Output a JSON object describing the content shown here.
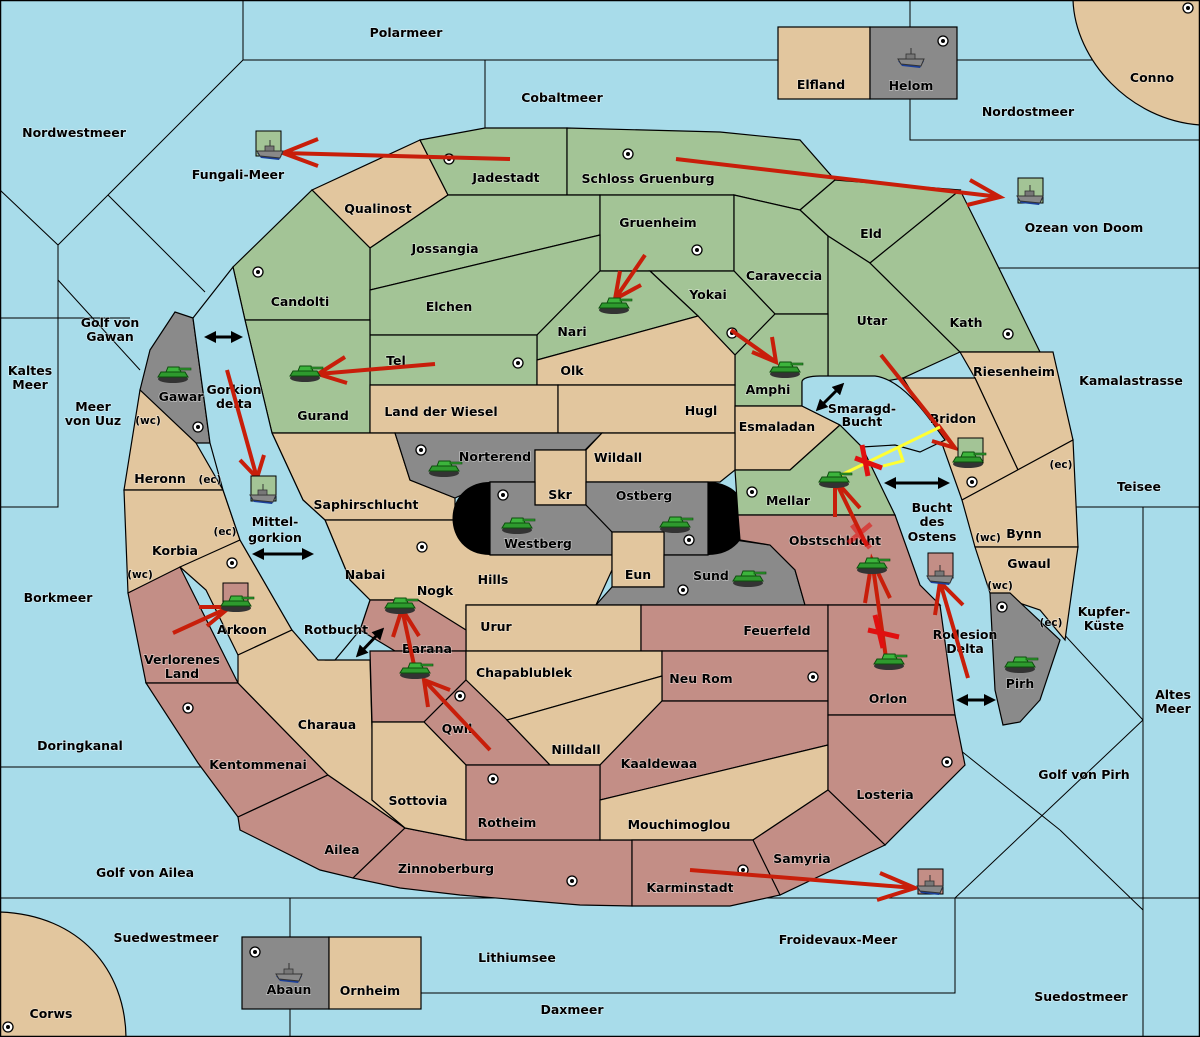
{
  "map": {
    "colors": {
      "sea": "#a8dcea",
      "power_green": "#a3c496",
      "neutral": "#e2c69e",
      "power_red": "#c38e86",
      "impassable": "#8a8a8a",
      "order": "#c81e0a",
      "support": "#ffff33"
    },
    "seas": [
      "Polarmeer",
      "Cobaltmeer",
      "Nordwestmeer",
      "Fungali-Meer",
      "Nordostmeer",
      "Ozean von Doom",
      "Golf von Gawan",
      "Kaltes Meer",
      "Meer von Uuz",
      "Gorkion delta",
      "Mittel-gorkion",
      "Rotbucht",
      "Borkmeer",
      "Doringkanal",
      "Golf von Ailea",
      "Suedwestmeer",
      "Lithiumsee",
      "Daxmeer",
      "Froidevaux-Meer",
      "Suedostmeer",
      "Golf von Pirh",
      "Altes Meer",
      "Kupfer-Küste",
      "Teisee",
      "Kamalastrasse",
      "Smaragd-Bucht",
      "Bucht des Ostens",
      "Rodesion Delta"
    ],
    "labels": {
      "polarmeer": "Polarmeer",
      "cobaltmeer": "Cobaltmeer",
      "nordwestmeer": "Nordwestmeer",
      "fungali": "Fungali-Meer",
      "elfland": "Elfland",
      "helom": "Helom",
      "conno": "Conno",
      "nordostmeer": "Nordostmeer",
      "ozean": "Ozean von Doom",
      "jadestadt": "Jadestadt",
      "schloss": "Schloss Gruenburg",
      "qualinost": "Qualinost",
      "jossangia": "Jossangia",
      "gruenheim": "Gruenheim",
      "eld": "Eld",
      "candolti": "Candolti",
      "elchen": "Elchen",
      "caraveccia": "Caraveccia",
      "yokai": "Yokai",
      "utar": "Utar",
      "kath": "Kath",
      "nari": "Nari",
      "tel": "Tel",
      "olk": "Olk",
      "gurand": "Gurand",
      "amphi": "Amphi",
      "riesenheim": "Riesenheim",
      "kamalastrasse": "Kamalastrasse",
      "golf_gawan_1": "Golf von",
      "golf_gawan_2": "Gawan",
      "kaltes_1": "Kaltes",
      "kaltes_2": "Meer",
      "uuz_1": "Meer",
      "uuz_2": "von Uuz",
      "gawar": "Gawar",
      "gorkion_1": "Gorkion",
      "gorkion_2": "delta",
      "wiesel": "Land der Wiesel",
      "hugl": "Hugl",
      "smaragd_1": "Smaragd-",
      "smaragd_2": "Bucht",
      "bridon": "Bridon",
      "esmaladan": "Esmaladan",
      "heronn": "Heronn",
      "norterend": "Norterend",
      "wildall": "Wildall",
      "skr": "Skr",
      "ostberg": "Ostberg",
      "mellar": "Mellar",
      "teisee": "Teisee",
      "saphir": "Saphirschlucht",
      "westberg": "Westberg",
      "mittel_1": "Mittel-",
      "mittel_2": "gorkion",
      "korbia": "Korbia",
      "bucht_1": "Bucht",
      "bucht_2": "des",
      "bucht_3": "Ostens",
      "bynn": "Bynn",
      "obst": "Obstschlucht",
      "nabai": "Nabai",
      "hills": "Hills",
      "eun": "Eun",
      "sund": "Sund",
      "gwaul": "Gwaul",
      "borkmeer": "Borkmeer",
      "nogk": "Nogk",
      "kupfer_1": "Kupfer-",
      "kupfer_2": "Küste",
      "arkoon": "Arkoon",
      "rotbucht": "Rotbucht",
      "urur": "Urur",
      "feuerfeld": "Feuerfeld",
      "rodesion_1": "Rodesion",
      "rodesion_2": "Delta",
      "barana": "Barana",
      "verloren_1": "Verlorenes",
      "verloren_2": "Land",
      "chapa": "Chapablublek",
      "neurom": "Neu Rom",
      "pirh": "Pirh",
      "orlon": "Orlon",
      "altes_1": "Altes",
      "altes_2": "Meer",
      "charaua": "Charaua",
      "qwil": "Qwil",
      "nilldall": "Nilldall",
      "doringkanal": "Doringkanal",
      "kentommenai": "Kentommenai",
      "kaaldewaa": "Kaaldewaa",
      "golf_pirh": "Golf von Pirh",
      "sottovia": "Sottovia",
      "losteria": "Losteria",
      "rotheim": "Rotheim",
      "mouchi": "Mouchimoglou",
      "ailea": "Ailea",
      "samyria": "Samyria",
      "zinnober": "Zinnoberburg",
      "karmin": "Karminstadt",
      "golf_ailea": "Golf von Ailea",
      "suedwest": "Suedwestmeer",
      "froidevaux": "Froidevaux-Meer",
      "lithium": "Lithiumsee",
      "abaun": "Abaun",
      "ornheim": "Ornheim",
      "suedost": "Suedostmeer",
      "corws": "Corws",
      "daxmeer": "Daxmeer",
      "coast_wc": "(wc)",
      "coast_ec": "(ec)"
    }
  }
}
